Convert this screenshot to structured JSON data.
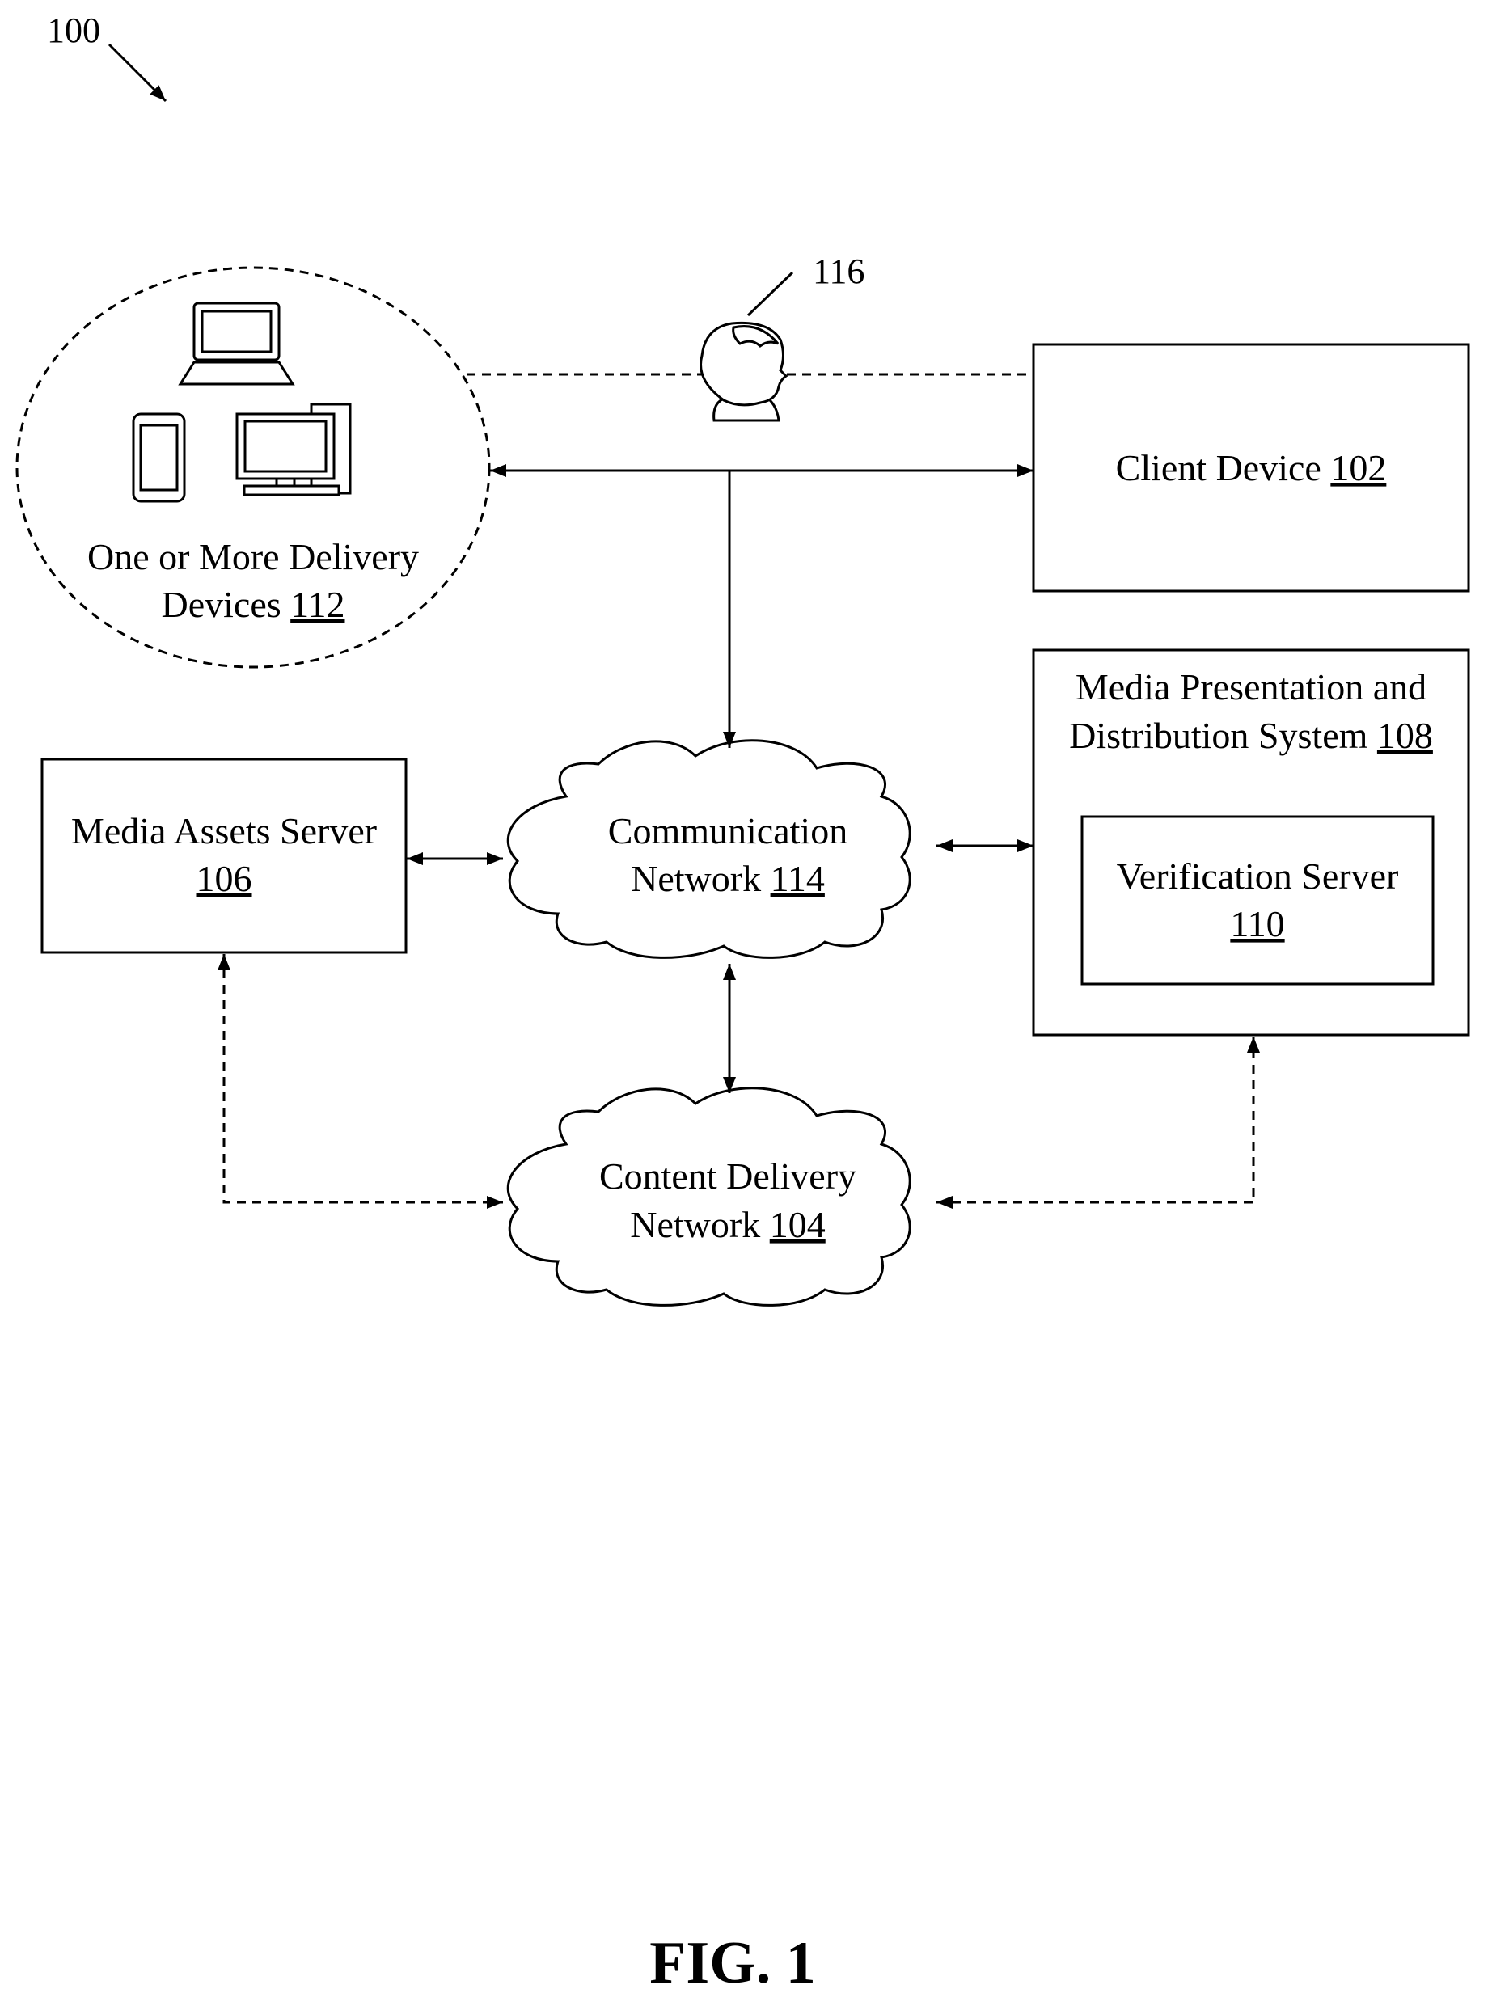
{
  "figure": {
    "ref_100": "100",
    "ref_116": "116",
    "caption": "FIG. 1"
  },
  "nodes": {
    "delivery_devices": {
      "line1": "One or More Delivery",
      "line2_text": "Devices ",
      "ref": "112"
    },
    "client_device": {
      "text": "Client Device ",
      "ref": "102"
    },
    "media_presentation": {
      "line1": "Media Presentation and",
      "line2_text": "Distribution System ",
      "ref": "108"
    },
    "verification_server": {
      "line1": "Verification Server",
      "ref": "110"
    },
    "media_assets_server": {
      "line1": "Media Assets Server",
      "ref": "106"
    },
    "communication_network": {
      "line1": "Communication",
      "line2_text": "Network ",
      "ref": "114"
    },
    "content_delivery_network": {
      "line1": "Content Delivery",
      "line2_text": "Network ",
      "ref": "104"
    }
  },
  "icons": [
    "laptop-icon",
    "smartphone-icon",
    "desktop-computer-icon",
    "user-head-icon"
  ]
}
